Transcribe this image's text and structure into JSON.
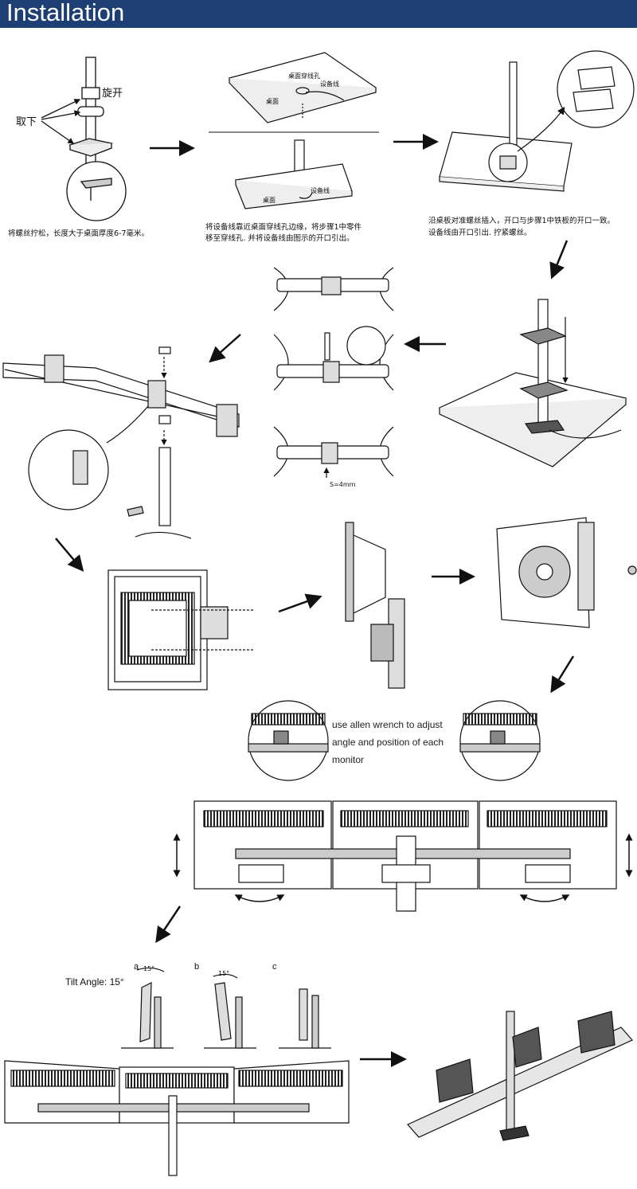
{
  "header": {
    "title": "Installation",
    "background": "#1e3f73"
  },
  "step1": {
    "label_rotate": "旋开",
    "label_remove": "取下",
    "caption": "将螺丝拧松，长度大于桌面厚度6-7毫米。"
  },
  "step2": {
    "label_hole": "桌面穿线孔",
    "label_cable": "设备线",
    "label_desk": "桌面",
    "label_desk2": "桌面",
    "label_cable2": "设备线",
    "caption_line1": "将设备线靠近桌面穿线孔边缘，将步骤1中零件",
    "caption_line2": "移至穿线孔. 并将设备线由图示的开口引出。"
  },
  "step3": {
    "caption_line1": "沿桌板对准螺丝插入，开口与步骤1中铁板的开口一致。",
    "caption_line2": "设备线由开口引出. 拧紧螺丝。"
  },
  "step5": {
    "gap_label": "S=4mm"
  },
  "adjust": {
    "note_line1": "use allen wrench to adjust",
    "note_line2": "angle and position of each",
    "note_line3": "monitor"
  },
  "tilt": {
    "label": "Tilt Angle: 15°",
    "a": "a",
    "b": "b",
    "c": "c",
    "deg_a": "15°",
    "deg_b": "15°"
  },
  "icons": [
    "right-arrow-icon",
    "down-left-arrow-icon",
    "left-arrow-icon",
    "down-right-arrow-icon",
    "up-down-arrow-icon",
    "curved-rotate-arrow-icon"
  ]
}
